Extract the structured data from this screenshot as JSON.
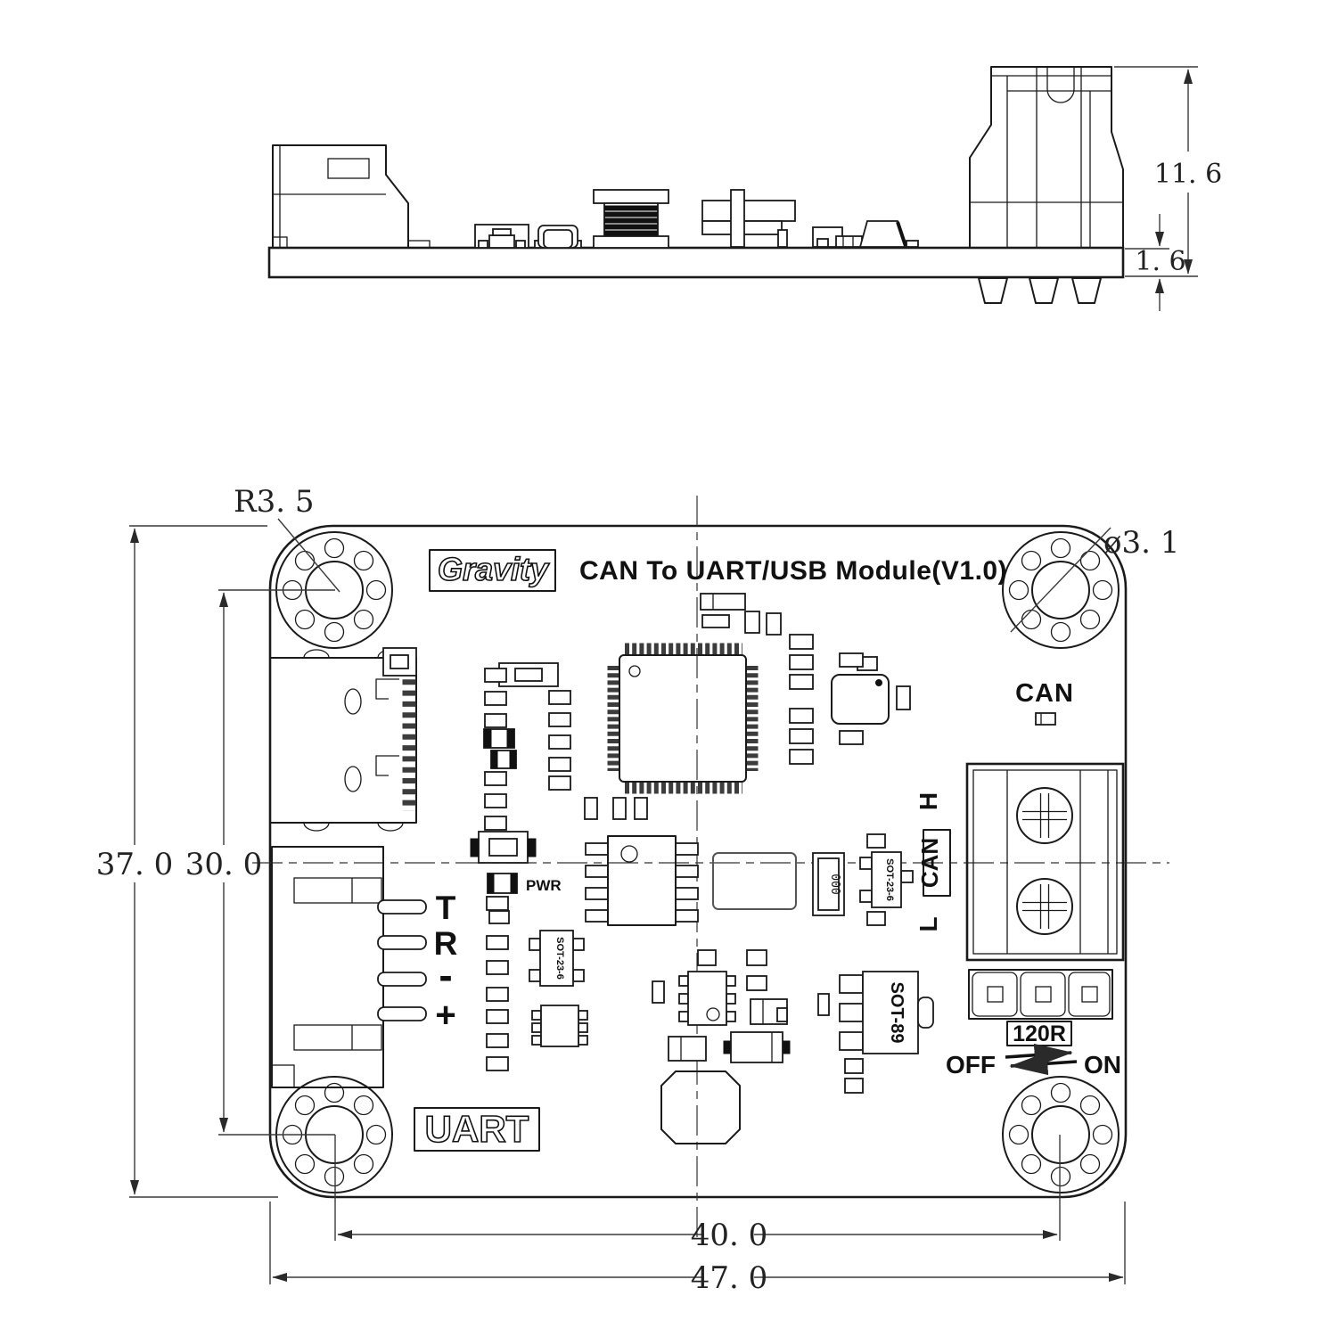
{
  "side_view": {
    "connector_height": "11. 6",
    "pcb_thickness": "1. 6"
  },
  "annotations": {
    "corner_radius": "R3. 5",
    "hole_diameter": "ø3. 1"
  },
  "dimensions": {
    "board_height": "37. 0",
    "hole_spacing_v": "30. 0",
    "hole_spacing_h": "40. 0",
    "board_width": "47. 0"
  },
  "silkscreen": {
    "logo": "Gravity",
    "title": "CAN To UART/USB Module(V1.0)",
    "can_port": "CAN",
    "can_high": "H",
    "can_box": "CAN",
    "can_low": "L",
    "power_led": "PWR",
    "pin_tx": "T",
    "pin_rx": "R",
    "pin_gnd": "-",
    "pin_vcc": "+",
    "uart_port": "UART",
    "terminator": "120R",
    "switch_off": "OFF",
    "switch_on": "ON",
    "pkg_sot89": "SOT-89",
    "pkg_sot23": "SOT-23-6",
    "marking_000": "000"
  }
}
